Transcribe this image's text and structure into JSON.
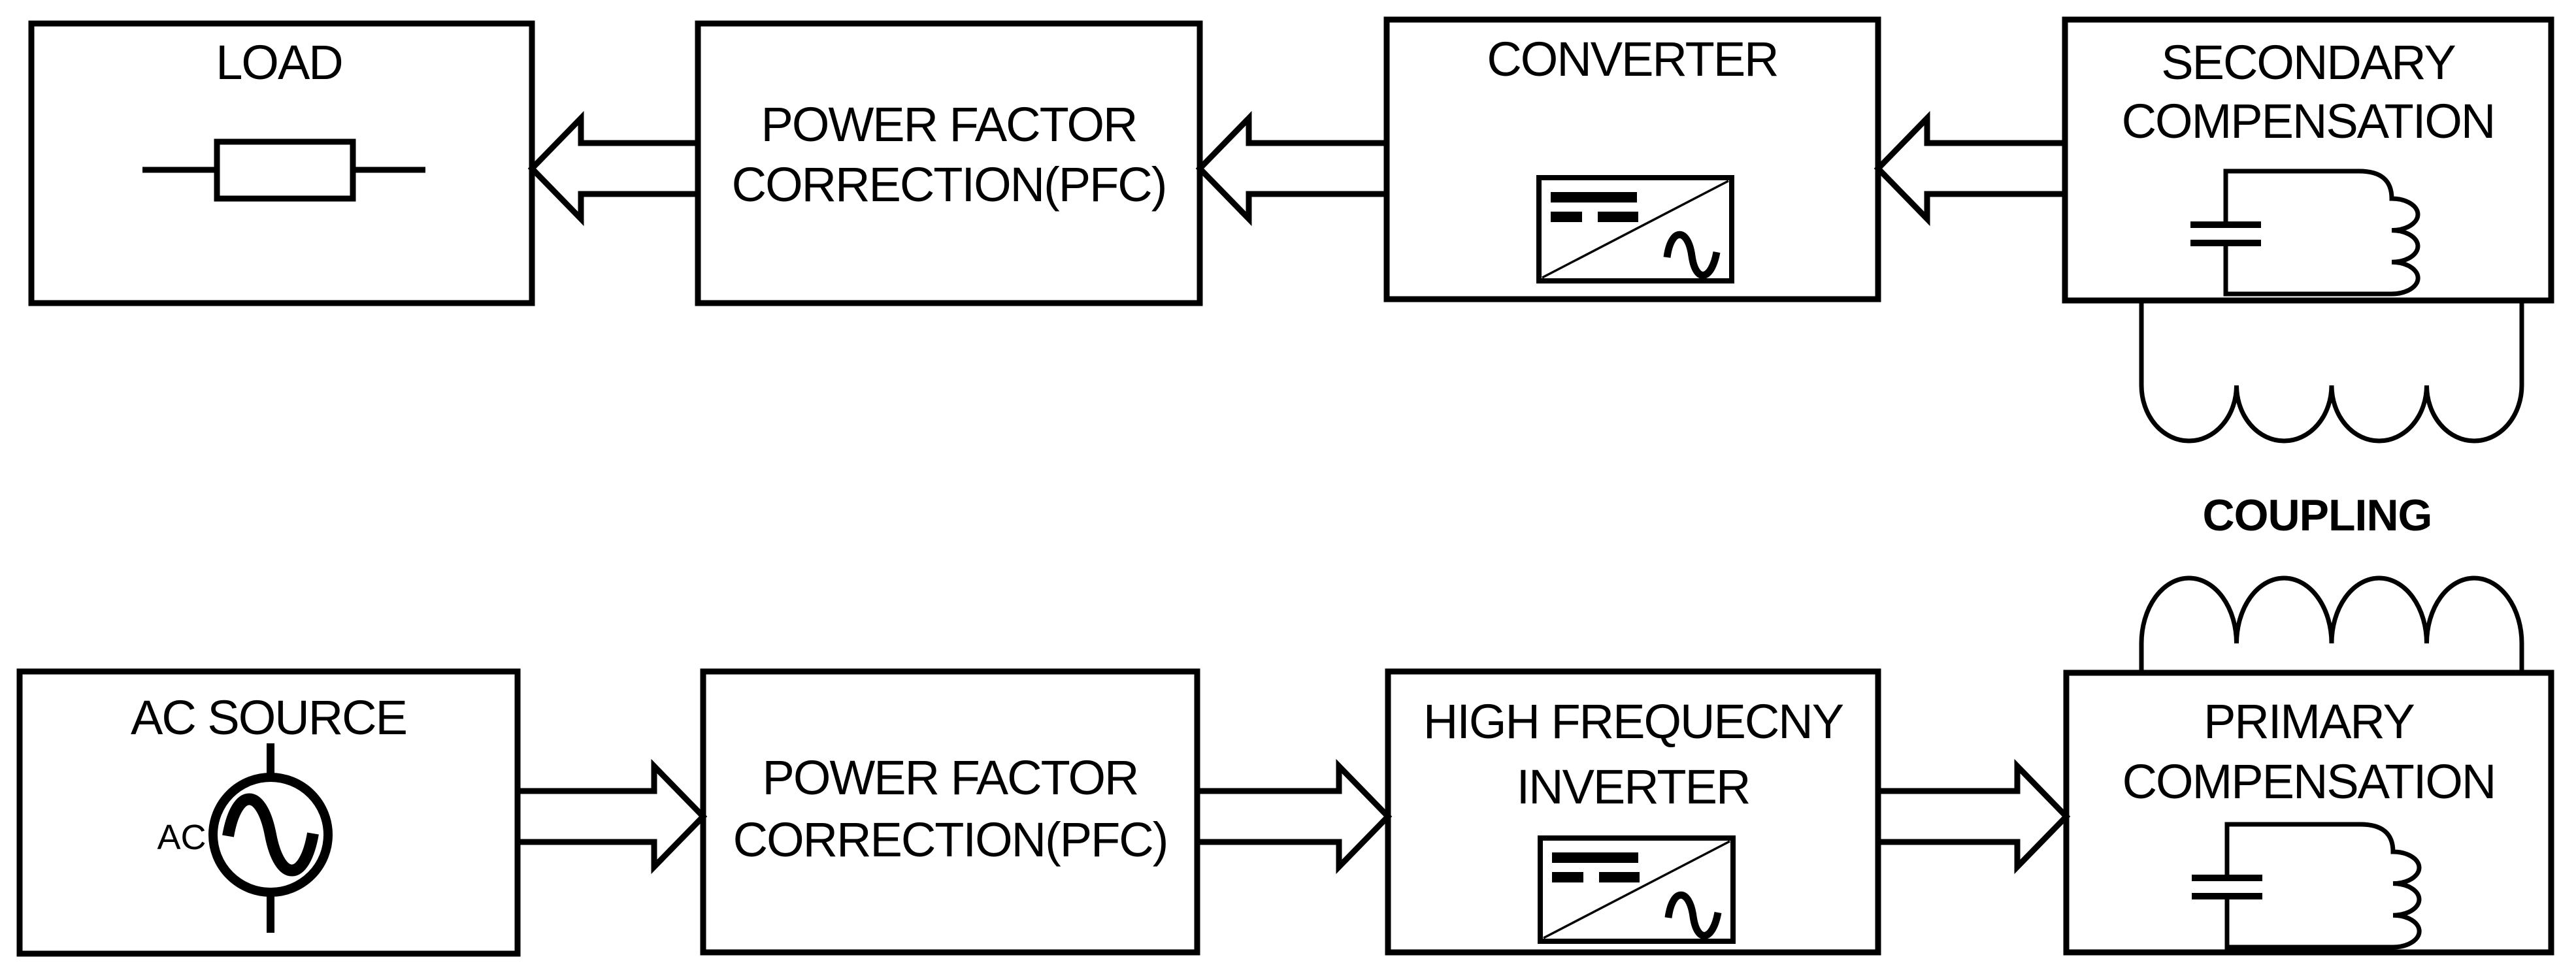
{
  "blocks": {
    "load": {
      "label": "LOAD"
    },
    "pfc_top": {
      "line1": "POWER FACTOR",
      "line2": "CORRECTION(PFC)"
    },
    "converter": {
      "label": "CONVERTER"
    },
    "secondary_compensation": {
      "line1": "SECONDARY",
      "line2": "COMPENSATION"
    },
    "ac_source": {
      "label": "AC SOURCE",
      "symbol_label": "AC"
    },
    "pfc_bottom": {
      "line1": "POWER FACTOR",
      "line2": "CORRECTION(PFC)"
    },
    "hf_inverter": {
      "line1": "HIGH FREQUECNY",
      "line2": "INVERTER"
    },
    "primary_compensation": {
      "line1": "PRIMARY",
      "line2": "COMPENSATION"
    }
  },
  "coupling": {
    "label": "COUPLING"
  },
  "icons": {
    "load_icon": "resistor",
    "converter_icon": "dc-ac-converter",
    "inverter_icon": "dc-ac-converter",
    "compensation_icon": "lc-tank",
    "source_icon": "ac-sine-source"
  },
  "colors": {
    "line": "#000000",
    "background": "#ffffff",
    "shape_fill": "#ffffff"
  }
}
